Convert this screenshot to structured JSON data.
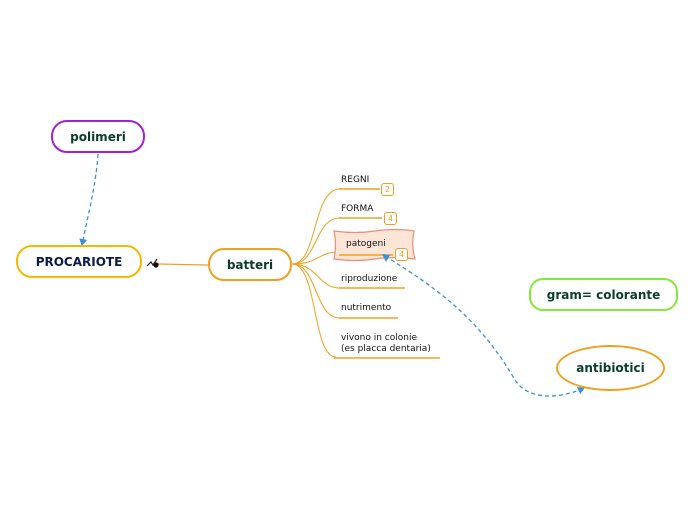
{
  "nodes": {
    "polimeri": "polimeri",
    "procariote": "PROCARIOTE",
    "batteri": "batteri",
    "gram": "gram= colorante",
    "antibiotici": "antibiotici"
  },
  "subtopics": {
    "regni": {
      "label": "REGNI",
      "count": "2"
    },
    "forma": {
      "label": "FORMA",
      "count": "4"
    },
    "patogeni": {
      "label": "patogeni",
      "count": "4"
    },
    "riproduzione": {
      "label": "riproduzione"
    },
    "nutrimento": {
      "label": "nutrimento"
    },
    "colonie": {
      "line1": "vivono in colonie",
      "line2": "(es placca dentaria)"
    }
  },
  "colors": {
    "branch": "#f0a020",
    "relation": "#3b8fdc",
    "polimeri_border": "#a020d8",
    "procariote_border": "#f5b800",
    "gram_border": "#84e83a",
    "patogeni_fill": "#fde6d8",
    "patogeni_border": "#e8907a"
  }
}
